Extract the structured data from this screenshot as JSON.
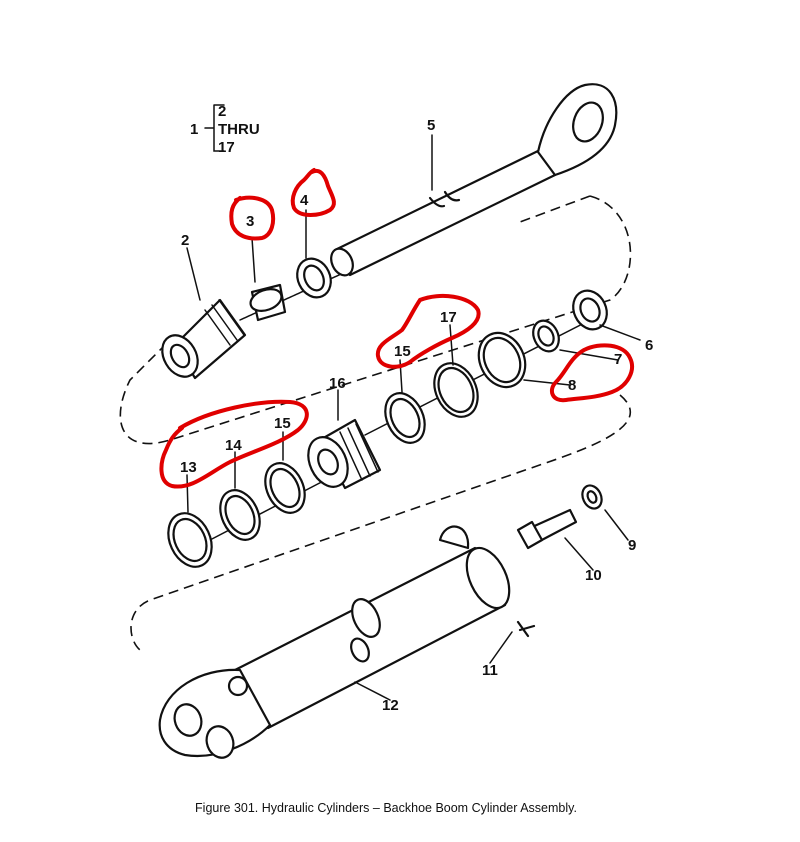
{
  "caption": "Figure 301.  Hydraulic Cylinders – Backhoe Boom Cylinder Assembly.",
  "legend": {
    "item": "1",
    "range_start": "2",
    "thru": "THRU",
    "range_end": "17"
  },
  "callouts": {
    "c2": "2",
    "c3": "3",
    "c4": "4",
    "c5": "5",
    "c6": "6",
    "c7": "7",
    "c8": "8",
    "c9": "9",
    "c10": "10",
    "c11": "11",
    "c12": "12",
    "c13": "13",
    "c14": "14",
    "c15a": "15",
    "c15b": "15",
    "c16": "16",
    "c17": "17"
  },
  "annotation_color": "#e00000"
}
